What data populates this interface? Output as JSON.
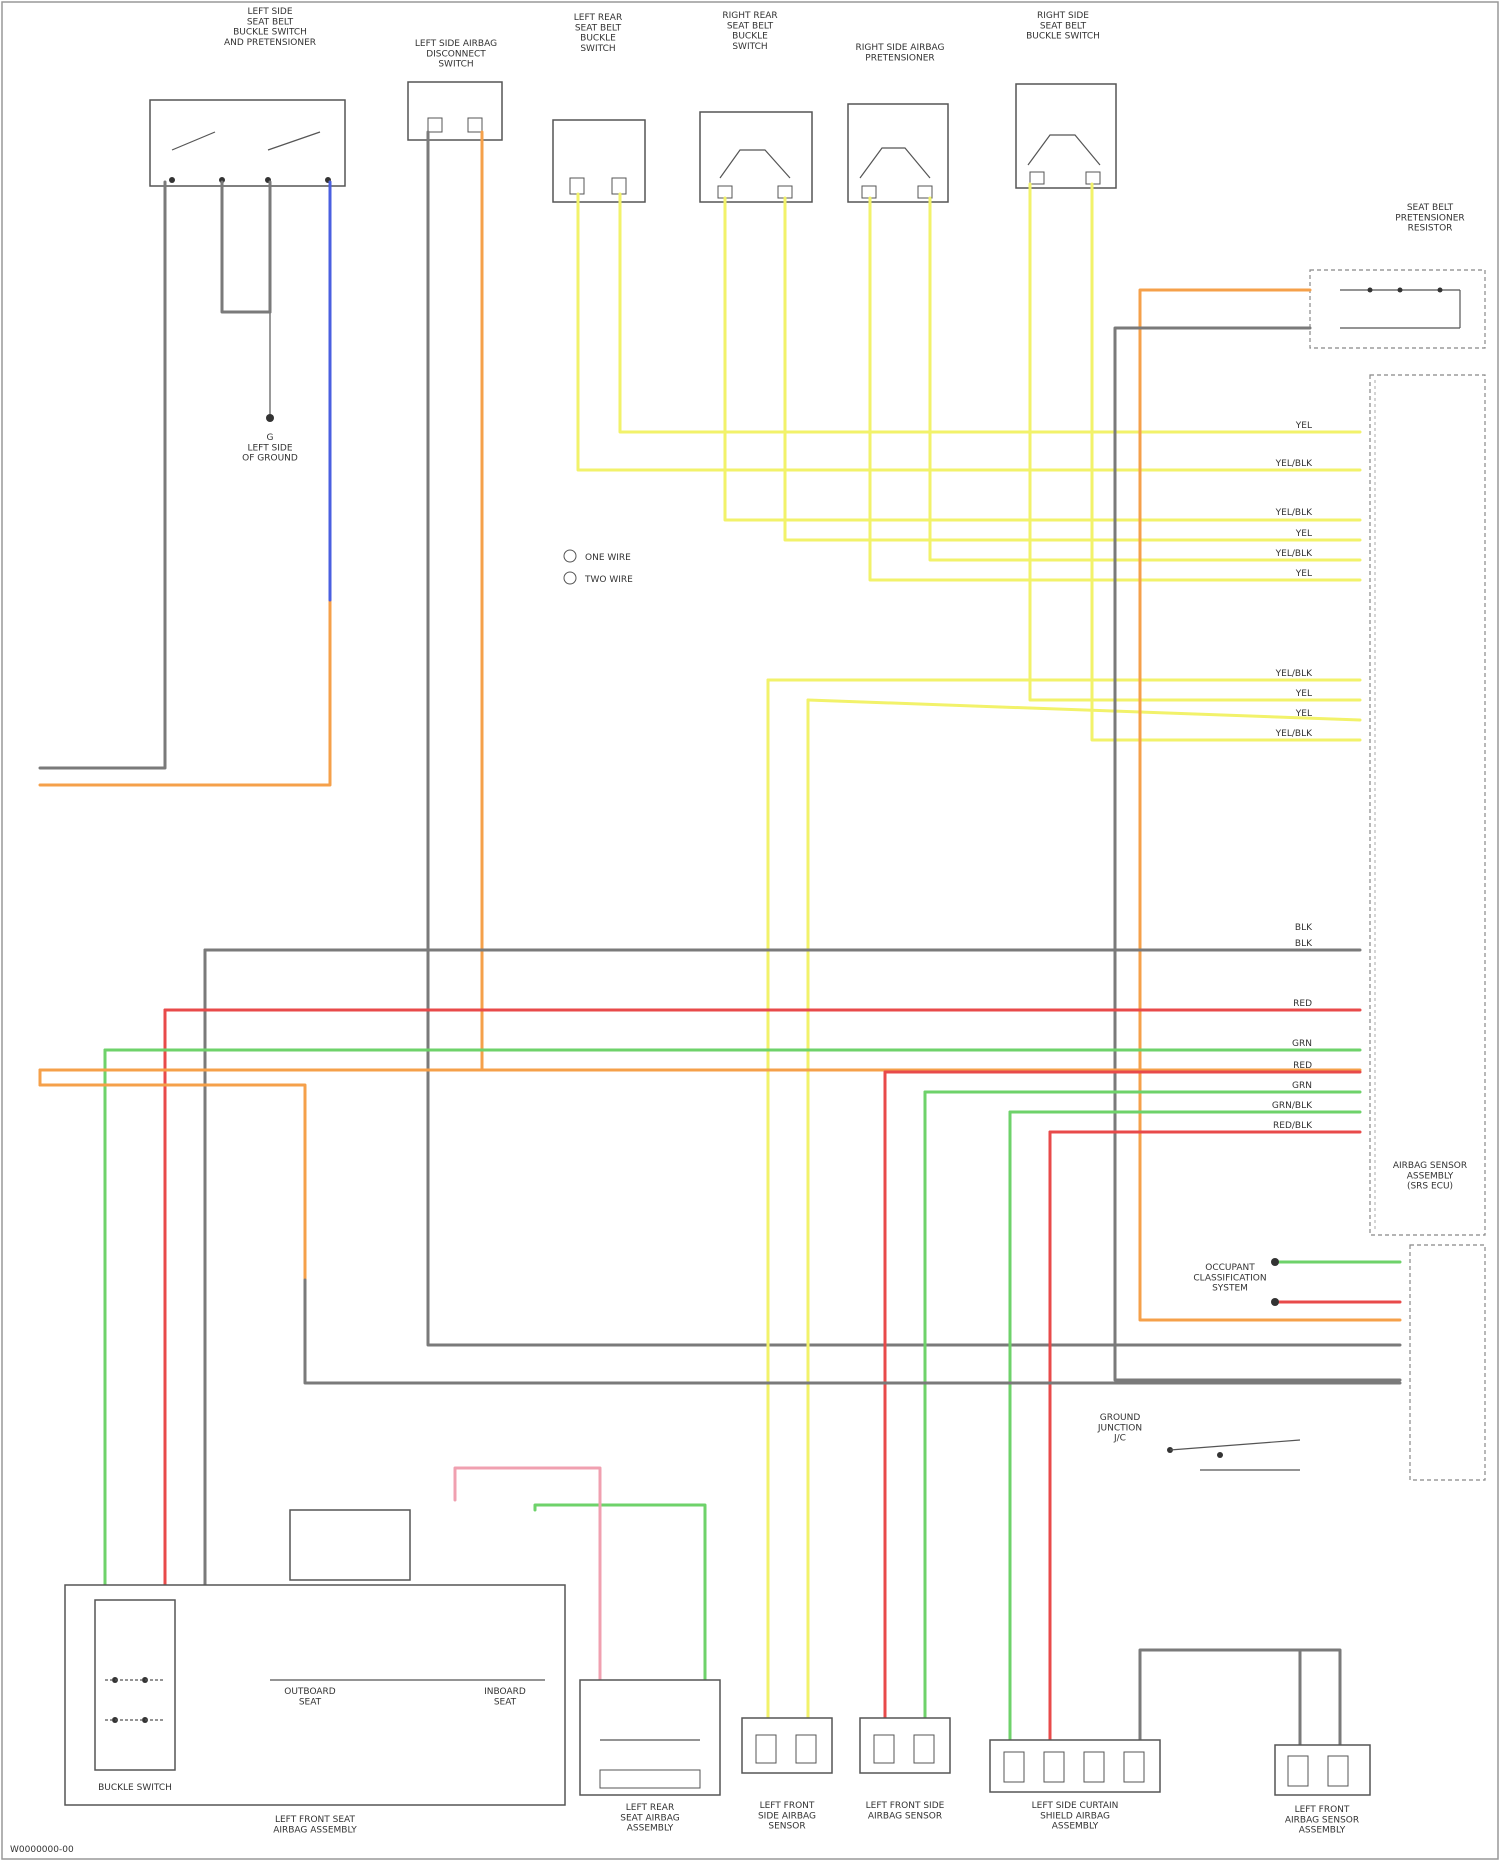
{
  "diagram": {
    "colors": {
      "gry": "#7a7a7a",
      "org": "#f5a04a",
      "blu": "#4a5fe0",
      "yel": "#f2f26a",
      "red": "#e84a4a",
      "grn": "#6ed26a",
      "pnk": "#f0a0b0",
      "blk": "#444444"
    },
    "top_components": [
      "LEFT SIDE\nSEAT BELT\nBUCKLE SWITCH\nAND PRETENSIONER",
      "LEFT SIDE AIRBAG\nDISCONNECT\nSWITCH",
      "LEFT REAR\nSEAT BELT\nBUCKLE\nSWITCH",
      "RIGHT REAR\nSEAT BELT\nBUCKLE\nSWITCH",
      "RIGHT SIDE AIRBAG\nPRETENSIONER",
      "RIGHT SIDE\nSEAT BELT\nBUCKLE SWITCH"
    ],
    "top_right_component": "SEAT BELT\nPRETENSIONER\nRESISTOR",
    "ground_label": "G\nLEFT SIDE\nOF GROUND",
    "legend": [
      "ONE WIRE",
      "TWO WIRE"
    ],
    "right_connector_top": [
      "YEL",
      "YEL/BLK",
      "YEL/BLK",
      "YEL",
      "YEL/BLK",
      "YEL",
      "YEL/BLK",
      "YEL",
      "YEL",
      "YEL/BLK"
    ],
    "right_connector_bottom": [
      "BLK",
      "BLK",
      "RED",
      "GRN",
      "RED",
      "GRN",
      "GRN/BLK",
      "RED/BLK"
    ],
    "module_label": "AIRBAG SENSOR\nASSEMBLY\n(SRS ECU)",
    "occupant_label": "OCCUPANT\nCLASSIFICATION\nSYSTEM",
    "ground_junction": "GROUND\nJUNCTION\nJ/C",
    "bottom_components": [
      "LEFT FRONT SEAT\nAIRBAG ASSEMBLY",
      "LEFT REAR\nSEAT AIRBAG\nASSEMBLY",
      "LEFT FRONT\nSIDE AIRBAG\nSENSOR",
      "LEFT FRONT SIDE\nAIRBAG SENSOR",
      "LEFT SIDE CURTAIN\nSHIELD AIRBAG\nASSEMBLY",
      "LEFT FRONT\nAIRBAG SENSOR\nASSEMBLY"
    ],
    "seat_inner": [
      "OUTBOARD\nSEAT",
      "INBOARD\nSEAT"
    ],
    "buckle_label": "BUCKLE SWITCH",
    "footer_code": "W0000000-00"
  }
}
